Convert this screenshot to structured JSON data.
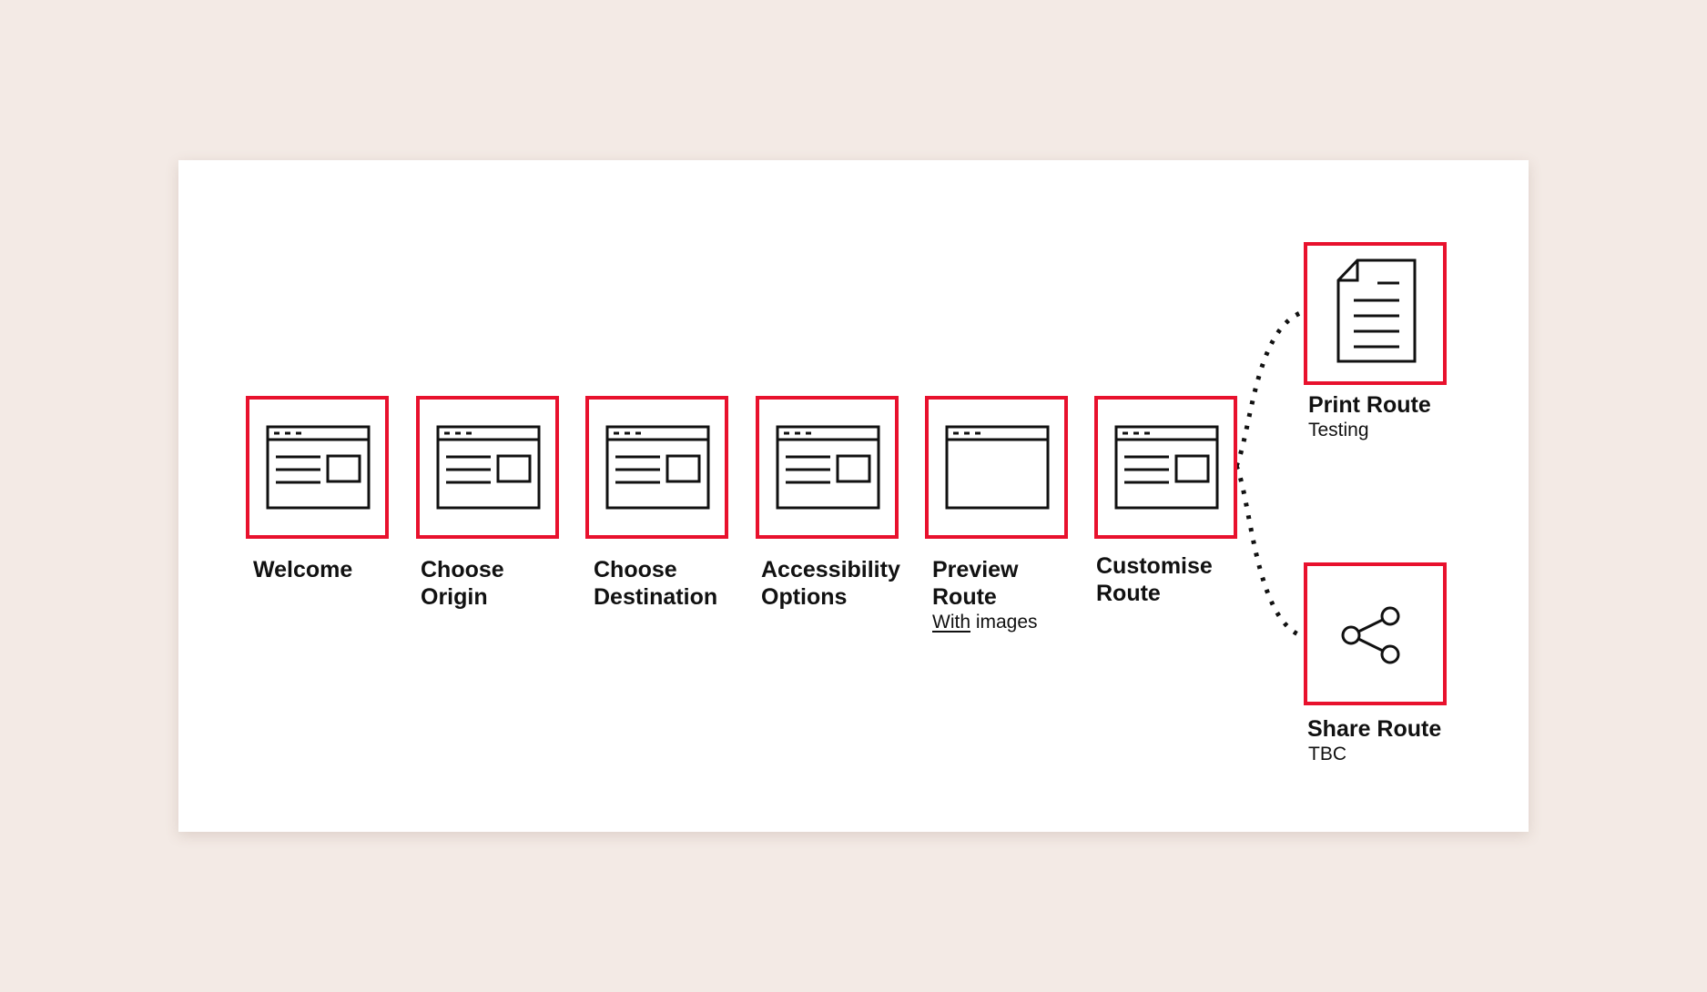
{
  "colors": {
    "accent": "#e8112d",
    "background": "#f3eae5",
    "card": "#ffffff",
    "ink": "#111111",
    "dots_light": "#888888"
  },
  "steps": [
    {
      "title_line1": "Welcome",
      "title_line2": "",
      "icon": "browser-window-icon"
    },
    {
      "title_line1": "Choose",
      "title_line2": "Origin",
      "icon": "browser-window-icon"
    },
    {
      "title_line1": "Choose",
      "title_line2": "Destination",
      "icon": "browser-window-icon"
    },
    {
      "title_line1": "Accessibility",
      "title_line2": "Options",
      "icon": "browser-window-icon"
    },
    {
      "title_line1": "Preview",
      "title_line2": "Route",
      "icon": "blank-browser-window-icon",
      "sub_underlined": "With",
      "sub_rest": " images"
    },
    {
      "title_line1": "Customise",
      "title_line2": "Route",
      "icon": "browser-window-icon"
    }
  ],
  "branches": [
    {
      "title": "Print Route",
      "subtitle": "Testing",
      "icon": "document-icon"
    },
    {
      "title": "Share Route",
      "subtitle": "TBC",
      "icon": "share-icon"
    }
  ]
}
